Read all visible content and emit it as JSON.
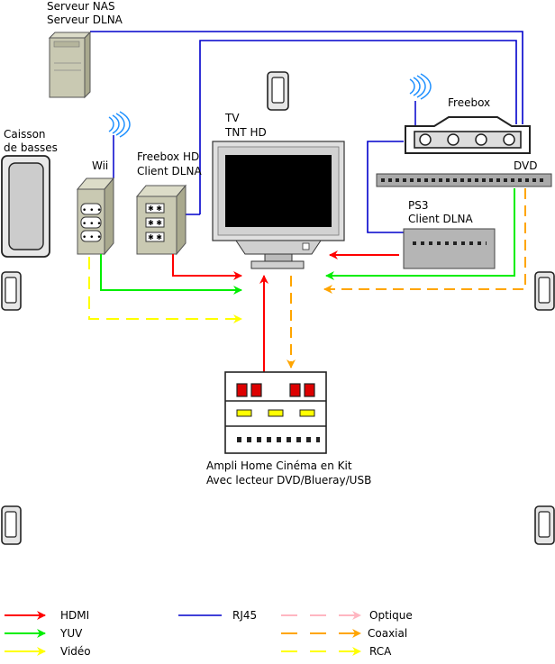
{
  "labels": {
    "nas": [
      "Serveur NAS",
      "Serveur DLNA"
    ],
    "caisson": [
      "Caisson",
      "de basses"
    ],
    "wii": "Wii",
    "freebox_hd": [
      "Freebox HD",
      "Client DLNA"
    ],
    "tv": [
      "TV",
      "TNT HD"
    ],
    "freebox": "Freebox",
    "dvd": "DVD",
    "ps3": [
      "PS3",
      "Client DLNA"
    ],
    "ampli": [
      "Ampli Home Cinéma en Kit",
      "Avec lecteur DVD/Blueray/USB"
    ]
  },
  "legend": [
    {
      "label": "HDMI",
      "color": "#ff0000",
      "style": "solid"
    },
    {
      "label": "YUV",
      "color": "#00ee00",
      "style": "solid"
    },
    {
      "label": "Vidéo",
      "color": "#ffff00",
      "style": "solid"
    },
    {
      "label": "RJ45",
      "color": "#0000cc",
      "style": "solid-thin"
    },
    {
      "label": "Optique",
      "color": "#ffb6c1",
      "style": "dashed"
    },
    {
      "label": "Coaxial",
      "color": "#ffa500",
      "style": "dashed"
    },
    {
      "label": "RCA",
      "color": "#ffff00",
      "style": "dashed"
    }
  ],
  "colors": {
    "hdmi": "#ff0000",
    "yuv": "#00ee00",
    "video": "#ffff00",
    "rj45": "#0000cc",
    "optique": "#ffb6c1",
    "coaxial": "#ffa500",
    "rca": "#ffff00"
  }
}
